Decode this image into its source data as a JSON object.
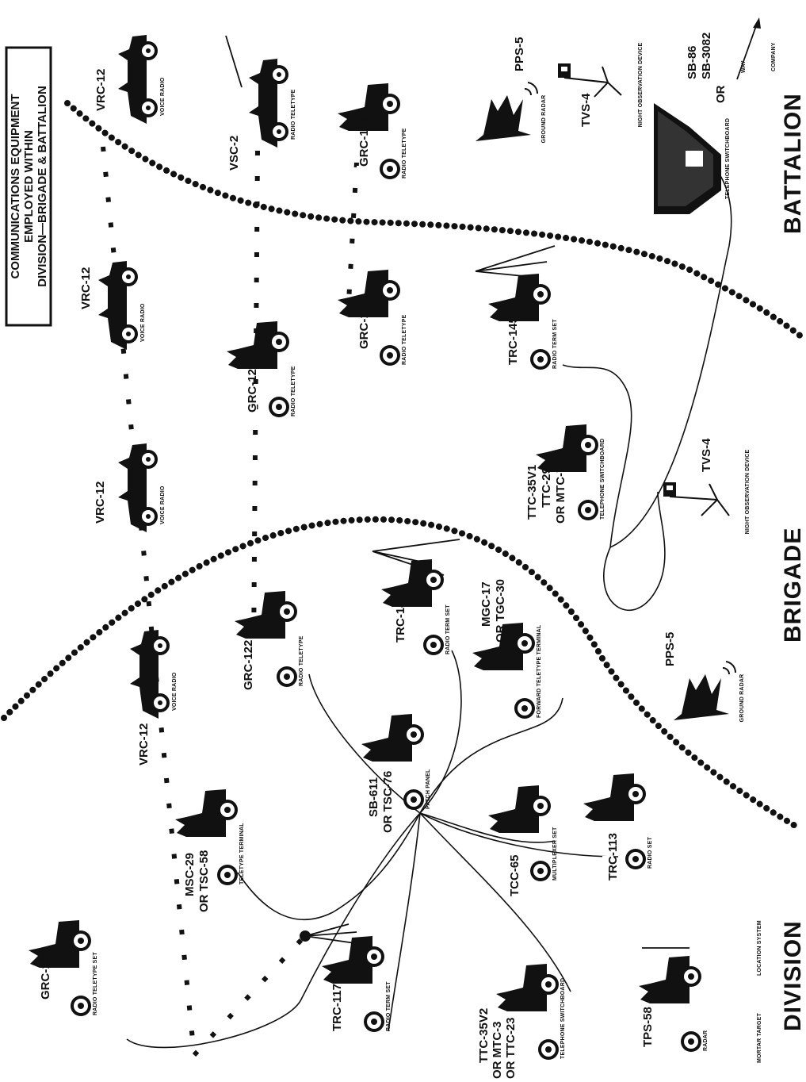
{
  "title": {
    "line1": "COMMUNICATIONS EQUIPMENT",
    "line2": "EMPLOYED WITHIN",
    "line3": "DIVISION—BRIGADE & BATTALION"
  },
  "regions": {
    "division": "DIVISION",
    "brigade": "BRIGADE",
    "battalion": "BATTALION"
  },
  "captions": {
    "radio_teletype_set": "RADIO TELETYPE SET",
    "radio_teletype": "RADIO TELETYPE",
    "voice_radio": "VOICE RADIO",
    "radio_teletype_short": "RADIO TELETYPE",
    "radio_relay_set": "RADIO TERM SET",
    "teletype_terminal": "TELETYPE TERMINAL",
    "patch_panel": "PATCH PANEL",
    "forward_teletype_terminal": "FORWARD TELETYPE TERMINAL",
    "multiplexer_set": "MULTIPLEXER SET",
    "radio_set": "RADIO SET",
    "telephone_switchboard": "TELEPHONE SWITCHBOARD",
    "ground_radar": "GROUND RADAR",
    "night_observation_device": "NIGHT OBSERVATION DEVICE",
    "radar_a": "RADAR",
    "radar_b": "LOCATION SYSTEM",
    "radar_c": "MORTAR TARGET",
    "company": "COMPANY",
    "way": "WAY"
  },
  "labels": {
    "grc122_div": "GRC-122",
    "trc117": "TRC-117",
    "ttc35v2_a": "TTC-35V2",
    "ttc35v2_b": "OR  MTC-3",
    "ttc35v2_c": "OR  TTC-23",
    "tps58": "TPS-58",
    "msc29_a": "MSC-29",
    "msc29_b": "OR  TSC-58",
    "sb611_a": "SB-611",
    "sb611_b": "OR  TSC-76",
    "tcc65": "TCC-65",
    "trc113": "TRC-113",
    "vrc12_a": "VRC-12",
    "grc122_b": "GRC-122",
    "trc145_a": "TRC-145",
    "mgc17_a": "MGC-17",
    "mgc17_b": "OR  TGC-30",
    "pps5_a": "PPS-5",
    "vrc12_b": "VRC-12",
    "grc122_c": "GRC-122",
    "ttc35v1_a": "TTC-35V1",
    "ttc35v1_b": "TTC-29",
    "ttc35v1_c": "OR  MTC-7",
    "tvs4_a": "TVS-4",
    "vrc12_c": "VRC-12",
    "grc142_a": "GRC-142",
    "trc145_b": "TRC-145",
    "vrc12_d": "VRC-12",
    "vsc2": "VSC-2",
    "grc142_b": "GRC-142",
    "pps5_b": "PPS-5",
    "tvs4_b": "TVS-4",
    "sb86_a": "SB-86",
    "sb86_b": "SB-3082",
    "or": "OR"
  }
}
